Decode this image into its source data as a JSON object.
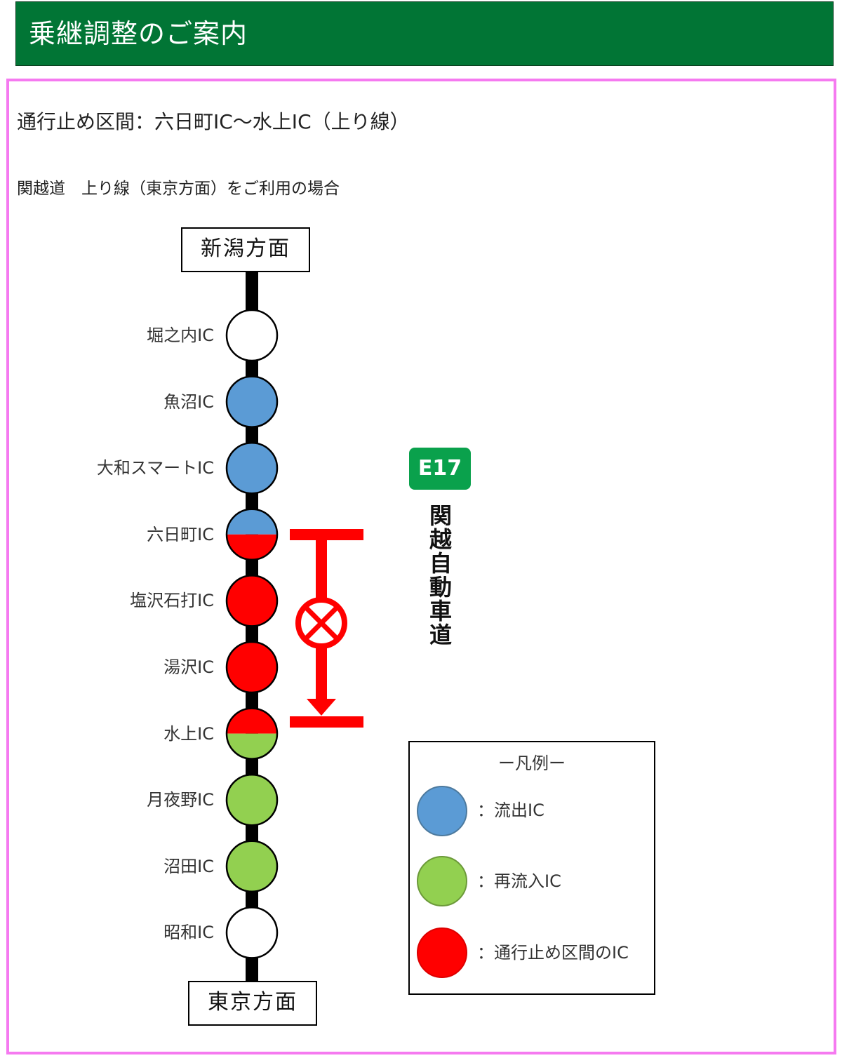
{
  "header": {
    "title": "乗継調整のご案内"
  },
  "closure": {
    "title": "通行止め区間：六日町IC～水上IC（上り線）"
  },
  "usage": {
    "note": "関越道　上り線（東京方面）をご利用の場合"
  },
  "directions": {
    "top": "新潟方面",
    "bottom": "東京方面"
  },
  "route": {
    "badge": "E17",
    "name": "関越自動車道"
  },
  "colors": {
    "header_bg": "#017535",
    "frame": "#f57af0",
    "outflow": "#5b9bd5",
    "reentry": "#92d050",
    "closed": "#ff0000",
    "badge": "#0aa14c"
  },
  "interchanges": [
    {
      "name": "堀之内IC",
      "status": "none"
    },
    {
      "name": "魚沼IC",
      "status": "outflow"
    },
    {
      "name": "大和スマートIC",
      "status": "outflow"
    },
    {
      "name": "六日町IC",
      "status": "outflow/closed"
    },
    {
      "name": "塩沢石打IC",
      "status": "closed"
    },
    {
      "name": "湯沢IC",
      "status": "closed"
    },
    {
      "name": "水上IC",
      "status": "closed/reentry"
    },
    {
      "name": "月夜野IC",
      "status": "reentry"
    },
    {
      "name": "沼田IC",
      "status": "reentry"
    },
    {
      "name": "昭和IC",
      "status": "none"
    }
  ],
  "legend": {
    "title": "ー凡例ー",
    "items": [
      {
        "label": "：流出IC",
        "color": "#5b9bd5"
      },
      {
        "label": "：再流入IC",
        "color": "#92d050"
      },
      {
        "label": "：通行止め区間のIC",
        "color": "#ff0000"
      }
    ]
  }
}
